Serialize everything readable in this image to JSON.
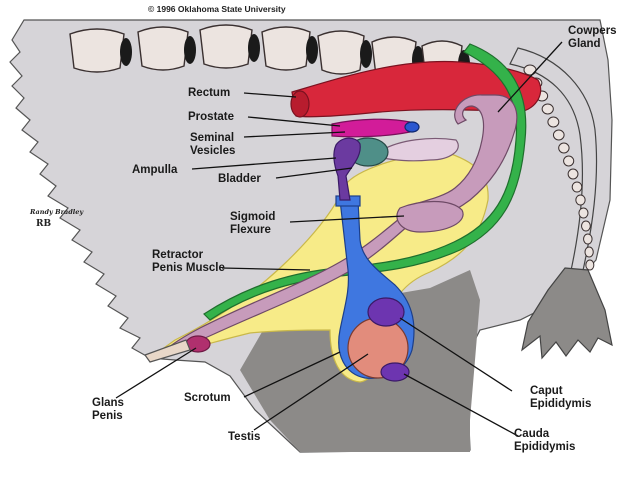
{
  "copyright": "© 1996 Oklahoma State University",
  "signature": {
    "name": "Randy Bradley",
    "monogram": "RB"
  },
  "labels": {
    "cowpers_gland": [
      "Cowpers",
      "Gland"
    ],
    "rectum": "Rectum",
    "prostate": "Prostate",
    "seminal_vesicles": [
      "Seminal",
      "Vesicles"
    ],
    "ampulla": "Ampulla",
    "bladder": "Bladder",
    "sigmoid_flexure": [
      "Sigmoid",
      "Flexure"
    ],
    "retractor_penis_muscle": [
      "Retractor",
      "Penis Muscle"
    ],
    "glans_penis": [
      "Glans",
      "Penis"
    ],
    "scrotum": "Scrotum",
    "testis": "Testis",
    "caput_epididymis": [
      "Caput",
      "Epididymis"
    ],
    "cauda_epididymis": [
      "Cauda",
      "Epididymis"
    ]
  },
  "colors": {
    "body_gray": "#d6d4d8",
    "body_outline": "#555555",
    "dark_gray": "#8c8a88",
    "vertebra": "#ece4e0",
    "rectum_red": "#d8273b",
    "yellow_fat": "#f7eb88",
    "penis_pink": "#c79bbb",
    "urethra_blue": "#3f77e0",
    "retractor_green": "#34b24a",
    "prostate_magenta": "#d21c99",
    "bladder_teal": "#4f8f88",
    "ampulla_purple": "#6b3aa0",
    "testis_pink": "#e28c7c",
    "epididymis_purple": "#6d35b0"
  }
}
